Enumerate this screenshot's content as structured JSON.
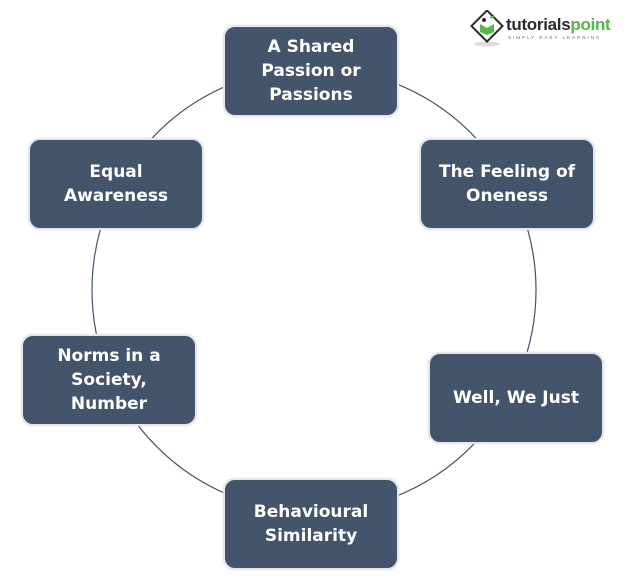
{
  "diagram": {
    "type": "cycle",
    "nodes": [
      {
        "label": "A Shared Passion or Passions"
      },
      {
        "label": "The Feeling of Oneness"
      },
      {
        "label": "Well, We Just"
      },
      {
        "label": "Behavioural Similarity"
      },
      {
        "label": "Norms in a Society, Number"
      },
      {
        "label": "Equal Awareness"
      }
    ],
    "colors": {
      "node_fill": "#44546a",
      "node_text": "#ffffff",
      "ring": "#44546a"
    }
  },
  "logo": {
    "name_part1": "tutorials",
    "name_part2": "point",
    "tagline": "SIMPLY EASY LEARNING",
    "colors": {
      "dark": "#2b2b2b",
      "green": "#52b848"
    }
  }
}
